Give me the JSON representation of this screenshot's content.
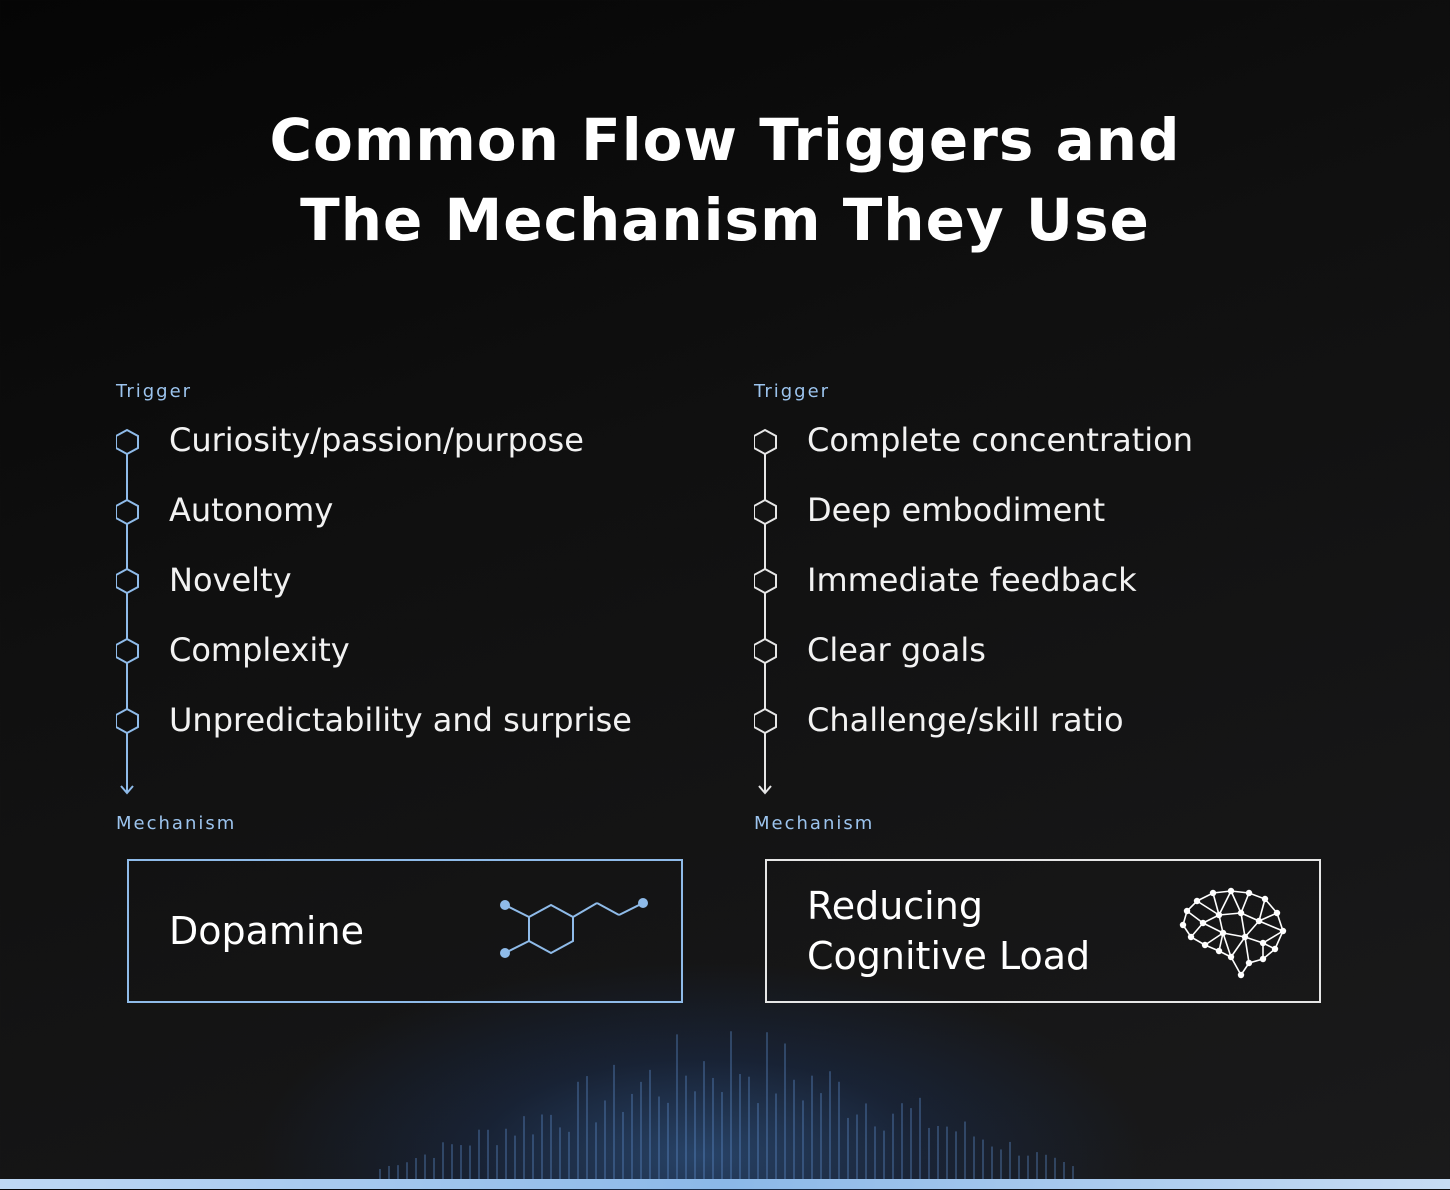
{
  "title": {
    "line1": "Common Flow Triggers and",
    "line2": "The Mechanism They Use"
  },
  "left_column": {
    "trigger_label": "Trigger",
    "items": [
      "Curiosity/passion/purpose",
      "Autonomy",
      "Novelty",
      "Complexity",
      "Unpredictability and surprise"
    ],
    "mechanism_label": "Mechanism",
    "mechanism": "Dopamine",
    "mechanism_icon": "molecule-icon"
  },
  "right_column": {
    "trigger_label": "Trigger",
    "items": [
      "Complete concentration",
      "Deep embodiment",
      "Immediate feedback",
      "Clear goals",
      "Challenge/skill ratio"
    ],
    "mechanism_label": "Mechanism",
    "mechanism_line1": "Reducing",
    "mechanism_line2": "Cognitive Load",
    "mechanism_icon": "brain-network-icon"
  },
  "colors": {
    "accent_blue": "#8fbbe9",
    "label_blue": "#9cc4ee",
    "text": "#ffffff",
    "background": "#0d0d0d"
  }
}
